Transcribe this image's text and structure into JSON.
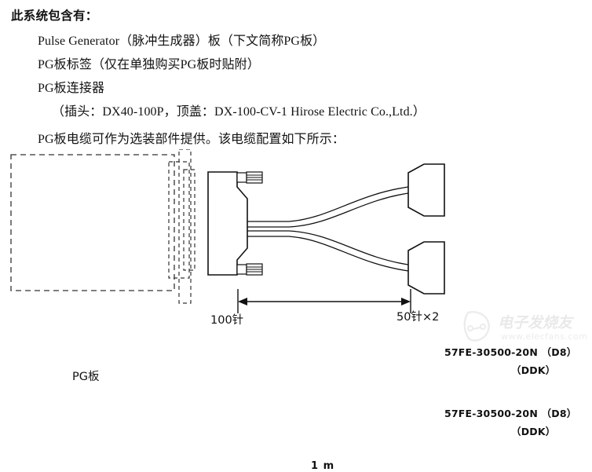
{
  "document": {
    "heading": "此系统包含有：",
    "lines": [
      "Pulse Generator（脉冲生成器）板（下文简称PG板）",
      "PG板标签（仅在单独购买PG板时贴附）",
      "PG板连接器",
      "（插头：DX40-100P，顶盖：DX-100-CV-1 Hirose Electric Co.,Ltd.）",
      "PG板电缆可作为选装部件提供。该电缆配置如下所示："
    ]
  },
  "figure": {
    "pg_board_label": "PG板",
    "pin100_label": "100针",
    "pin50_label": "50针×2",
    "dimension_label": "1 m",
    "connectors": [
      {
        "part_number": "57FE-30500-20N （D8）",
        "maker": "（DDK）"
      },
      {
        "part_number": "57FE-30500-20N （D8）",
        "maker": "（DDK）"
      }
    ],
    "colors": {
      "line": "#111111",
      "dashed": "#333333",
      "background": "#ffffff"
    }
  },
  "watermark": {
    "name": "电子发烧友",
    "url": "www.elecfans.com"
  }
}
